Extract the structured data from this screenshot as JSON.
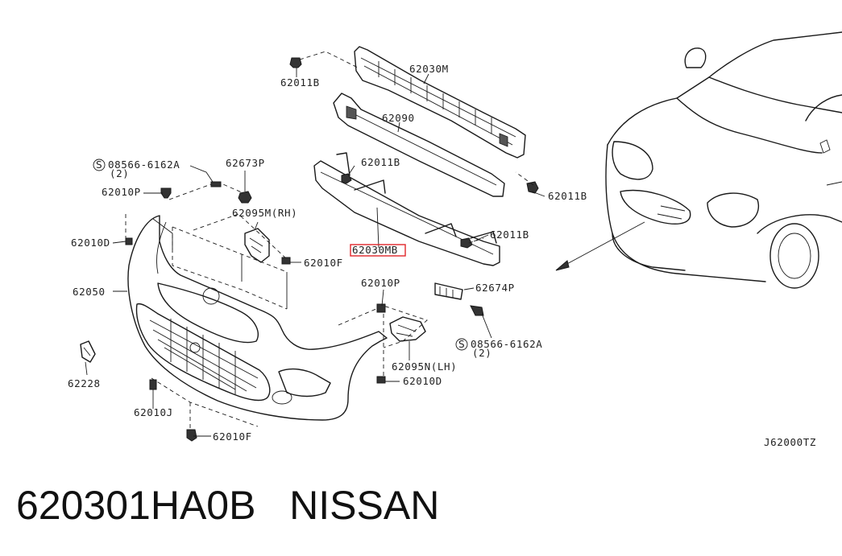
{
  "diagram": {
    "drawing_code": "J62000TZ",
    "highlight_color": "#e0262a",
    "labels": {
      "reinf_upper": "62030M",
      "clip_upper_left": "62011B",
      "absorber": "62090",
      "clip_upper_right": "62011B",
      "clip_mid": "62011B",
      "clip_lower_right": "62011B",
      "reinf_lower": "62030MB",
      "screw_upper": "08566-6162A",
      "screw_upper_qty": "(2)",
      "bolt_upper": "62673P",
      "clip_p_left": "62010P",
      "bracket_rh": "62095M(RH)",
      "screw_d_left": "62010D",
      "clip_f_mid": "62010F",
      "fascia": "62050",
      "clip_p_right": "62010P",
      "grille_part": "62674P",
      "screw_lower": "08566-6162A",
      "screw_lower_qty": "(2)",
      "bracket_lh": "62095N(LH)",
      "screw_d_right": "62010D",
      "fog_bracket": "62228",
      "clip_j": "62010J",
      "clip_f_bottom": "62010F"
    }
  },
  "caption": {
    "part_number": "620301HA0B",
    "brand": "NISSAN",
    "separator": "   "
  }
}
